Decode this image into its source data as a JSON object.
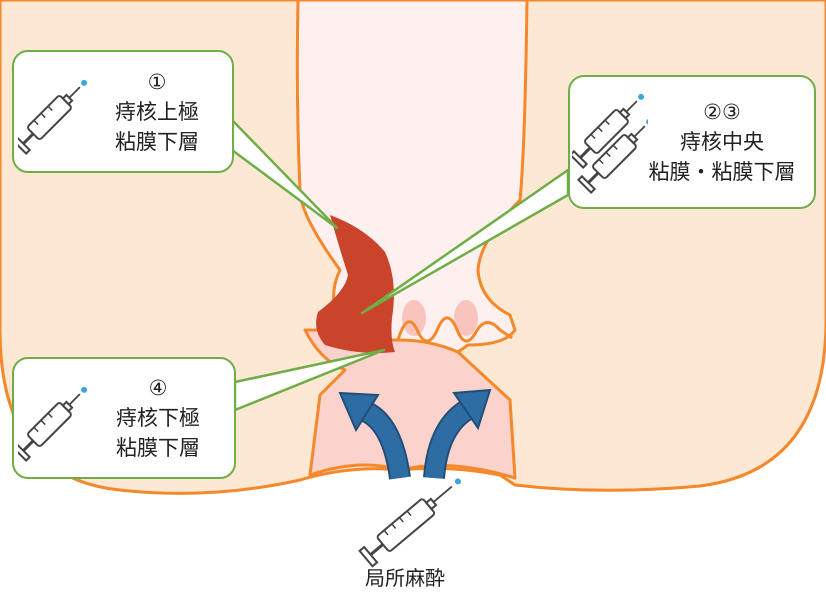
{
  "callouts": {
    "upper": {
      "number": "①",
      "line1": "痔核上極",
      "line2": "粘膜下層"
    },
    "center": {
      "number": "②③",
      "line1": "痔核中央",
      "line2": "粘膜・粘膜下層"
    },
    "lower": {
      "number": "④",
      "line1": "痔核下極",
      "line2": "粘膜下層"
    }
  },
  "bottom_label": "局所麻酔",
  "colors": {
    "skin": "#fde8d4",
    "outline": "#f4882a",
    "lumen": "#fdf0ee",
    "canal": "#fbd3cc",
    "hemorrhoid": "#c9442a",
    "callout_border": "#70ad47",
    "arrow": "#2e6ca4"
  },
  "icons": [
    "syringe-icon",
    "curved-arrow-icon"
  ]
}
